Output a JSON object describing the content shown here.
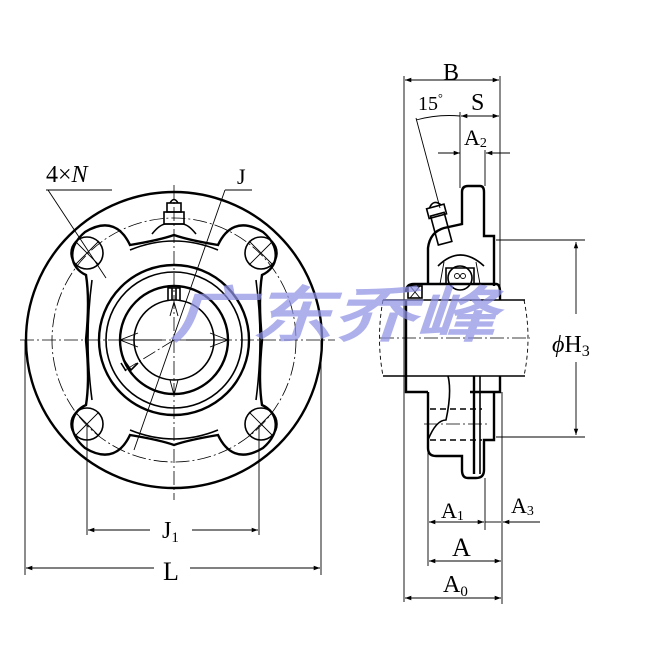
{
  "figure": {
    "title": "Flange bearing unit (round flange, 4-bolt) dimension drawing",
    "views": [
      "front-view",
      "side-section-view"
    ]
  },
  "front_view": {
    "labels": {
      "bolt_holes": "4×",
      "bolt_holes_symbol": "N",
      "bolt_circle": "J",
      "bolt_spacing": "J",
      "bolt_spacing_sub": "1",
      "overall_diameter": "L"
    }
  },
  "side_view": {
    "labels": {
      "width": "B",
      "angle": "15°",
      "angle_value": "15",
      "angle_unit": "°",
      "set_screw_offset": "S",
      "a2": "A",
      "a2_sub": "2",
      "pilot_diameter_prefix": "ϕ",
      "pilot_diameter": "H",
      "pilot_diameter_sub": "3",
      "a1": "A",
      "a1_sub": "1",
      "a3": "A",
      "a3_sub": "3",
      "a": "A",
      "a0": "A",
      "a0_sub": "0"
    }
  },
  "watermark": {
    "text": "广东乔峰",
    "color": "#8f92e6"
  }
}
